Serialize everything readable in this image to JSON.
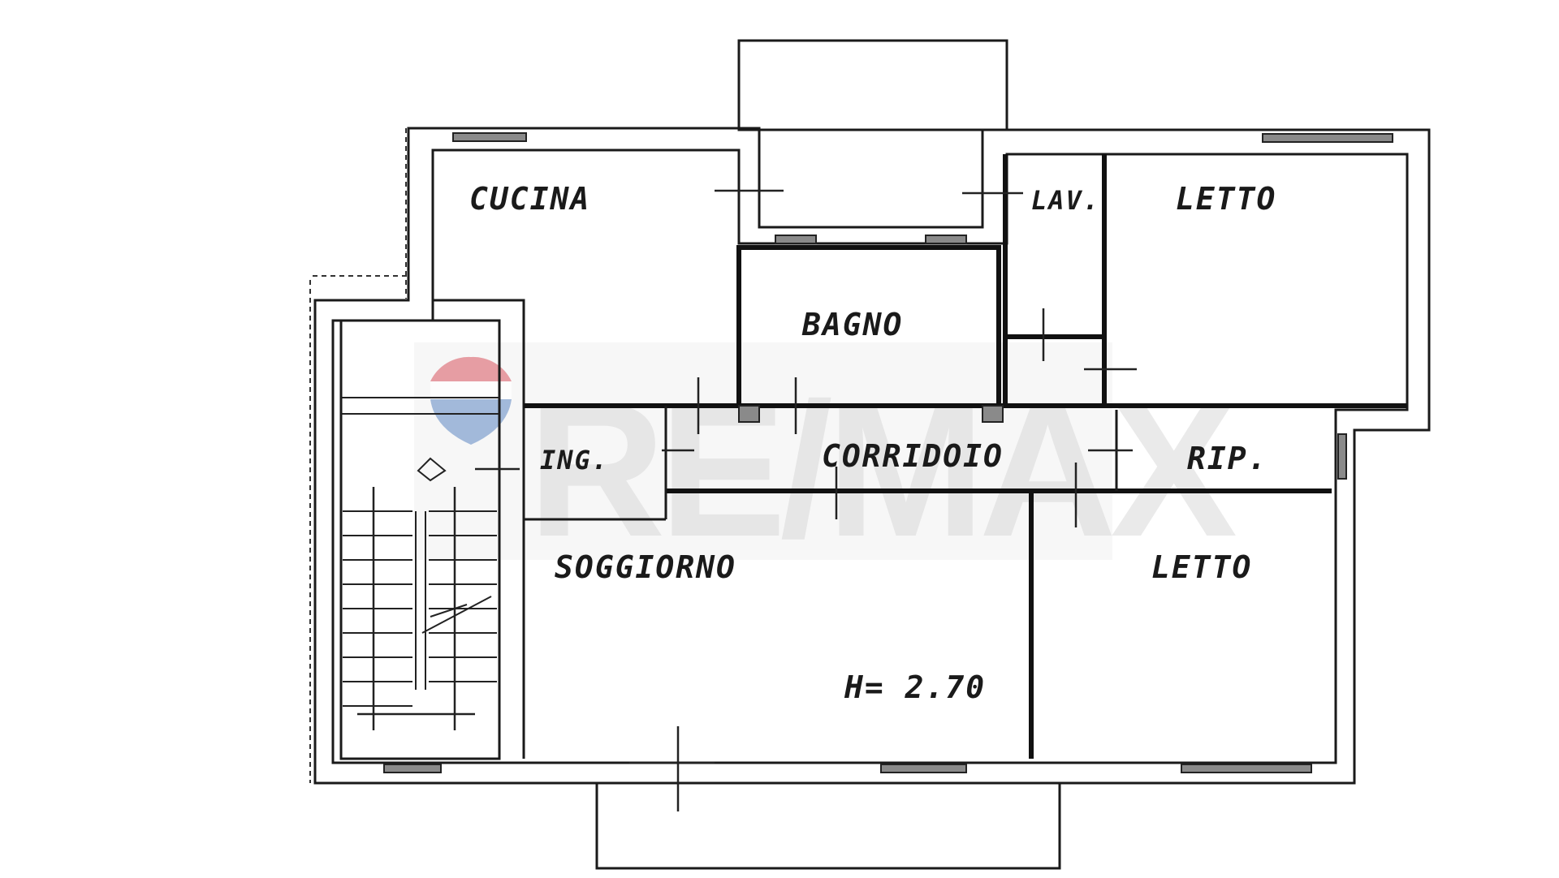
{
  "rooms": {
    "cucina": "CUCINA",
    "lav": "LAV.",
    "letto_top": "LETTO",
    "bagno": "BAGNO",
    "ing": "ING.",
    "corridoio": "CORRIDOIO",
    "rip": "RIP.",
    "soggiorno": "SOGGIORNO",
    "letto_bottom": "LETTO"
  },
  "height_note": "H= 2.70",
  "watermark": {
    "text": "RE/MAX",
    "colors": {
      "balloon_red": "#d9535f",
      "balloon_blue": "#3a6db5",
      "text": "#d0d0d0"
    }
  },
  "colors": {
    "lines": "#1a1a1a",
    "background": "#ffffff",
    "window_fill": "#8a8a8a"
  }
}
